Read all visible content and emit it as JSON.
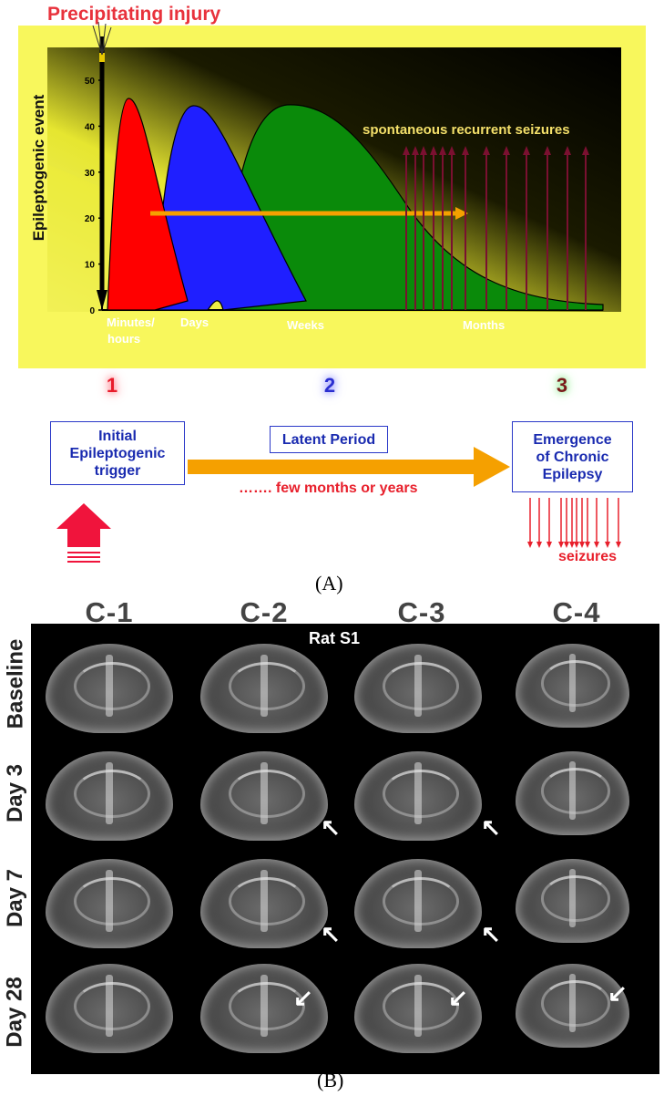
{
  "panel_a": {
    "title_injury": "Precipitating injury",
    "y_axis_label": "Epileptogenic event",
    "y_ticks": [
      "0",
      "10",
      "20",
      "30",
      "40",
      "50"
    ],
    "time_labels": [
      "Minutes/\nhours",
      "Days",
      "Weeks",
      "Months"
    ],
    "seizures_label": "spontaneous recurrent seizures",
    "stages": [
      {
        "number": "1",
        "color": "#e81c2b",
        "glow": "#ff5a6a"
      },
      {
        "number": "2",
        "color": "#2a2ed0",
        "glow": "#7a7cff"
      },
      {
        "number": "3",
        "color": "#2b9a2b",
        "glow": "#6de06d"
      }
    ],
    "box_trigger": "Initial\nEpileptogenic\ntrigger",
    "box_latent": "Latent Period",
    "box_chronic": "Emergence\nof Chronic\nEpilepsy",
    "duration_label": "……. few months or years",
    "seizures_small_label": "seizures",
    "panel_label": "(A)"
  },
  "panel_b": {
    "columns": [
      "C-1",
      "C-2",
      "C-3",
      "C-4"
    ],
    "rows": [
      "Baseline",
      "Day 3",
      "Day 7",
      "Day 28"
    ],
    "rat_label": "Rat S1",
    "panel_label": "(B)"
  },
  "colors": {
    "wave1": "#ff0000",
    "wave2": "#1f1fff",
    "wave3": "#0a8a0a",
    "seizure_arrow": "#7a1030",
    "latent_arrow": "#f5a000",
    "injury_text": "#e8323c"
  }
}
